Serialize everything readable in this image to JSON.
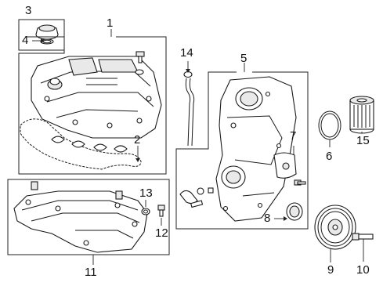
{
  "callouts": [
    {
      "id": "1",
      "text": "1"
    },
    {
      "id": "2",
      "text": "2"
    },
    {
      "id": "3",
      "text": "3"
    },
    {
      "id": "4",
      "text": "4"
    },
    {
      "id": "5",
      "text": "5"
    },
    {
      "id": "6",
      "text": "6"
    },
    {
      "id": "7",
      "text": "7"
    },
    {
      "id": "8",
      "text": "8"
    },
    {
      "id": "9",
      "text": "9"
    },
    {
      "id": "10",
      "text": "10"
    },
    {
      "id": "11",
      "text": "11"
    },
    {
      "id": "12",
      "text": "12"
    },
    {
      "id": "13",
      "text": "13"
    },
    {
      "id": "14",
      "text": "14"
    },
    {
      "id": "15",
      "text": "15"
    }
  ],
  "colors": {
    "line": "#1a1a1a",
    "background": "#ffffff",
    "shade": "#e9e9e9"
  }
}
